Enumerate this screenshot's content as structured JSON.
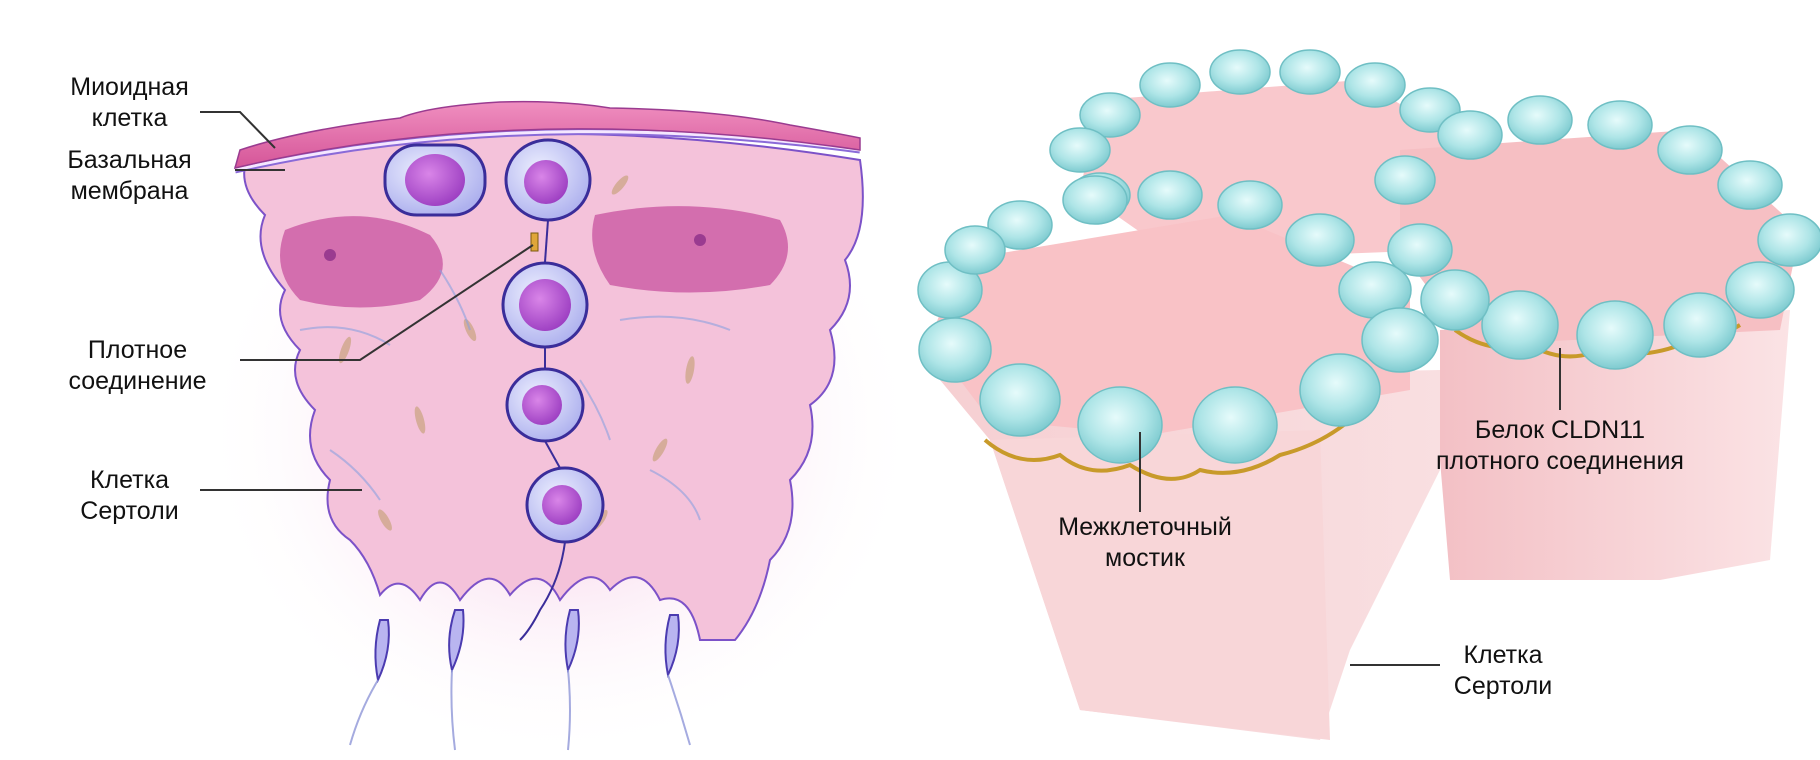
{
  "left_panel": {
    "labels": {
      "myoid": {
        "line1": "Миоидная",
        "line2": "клетка"
      },
      "basal": {
        "line1": "Базальная",
        "line2": "мембрана"
      },
      "tight": {
        "line1": "Плотное",
        "line2": "соединение"
      },
      "sertoli": {
        "line1": "Клетка",
        "line2": "Сертоли"
      }
    }
  },
  "right_panel": {
    "labels": {
      "claudin": {
        "line1": "Белок CLDN11",
        "line2": "плотного соединения"
      },
      "bridge": {
        "line1": "Межклеточный",
        "line2": "мостик"
      },
      "sertoli": {
        "line1": "Клетка",
        "line2": "Сертоли"
      }
    }
  },
  "colors": {
    "tissue": "#f3bcd6",
    "myoid": "#e06aa6",
    "germ_cell": "#c5c8f3",
    "nucleus": "#b24fd0",
    "sertoli_nucleus": "#c85ca4",
    "hex_wall": "#f7d2d3",
    "hex_top": "#f9c3c6",
    "bead": "#a9e4e6",
    "claudin": "#c89a2a",
    "leader": "#333333"
  }
}
